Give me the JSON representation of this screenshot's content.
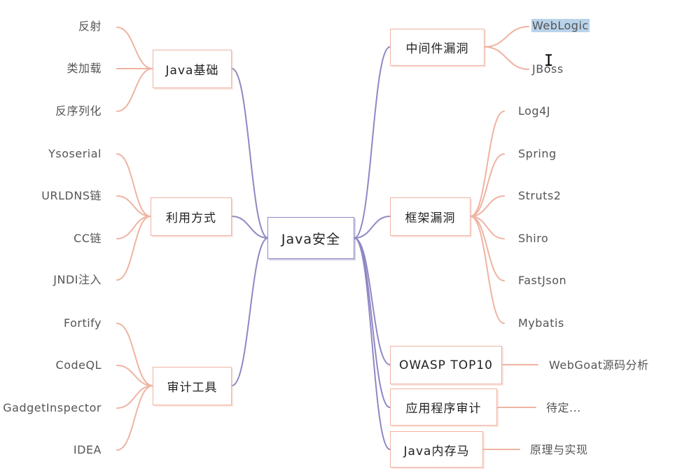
{
  "root": {
    "label": "Java安全"
  },
  "left_topics": [
    {
      "id": "basics",
      "label": "Java基础",
      "children": [
        "反射",
        "类加载",
        "反序列化"
      ]
    },
    {
      "id": "exploit",
      "label": "利用方式",
      "children": [
        "Ysoserial",
        "URLDNS链",
        "CC链",
        "JNDI注入"
      ]
    },
    {
      "id": "audit_tools",
      "label": "审计工具",
      "children": [
        "Fortify",
        "CodeQL",
        "GadgetInspector",
        "IDEA"
      ]
    }
  ],
  "right_topics": [
    {
      "id": "middleware",
      "label": "中间件漏洞",
      "children": [
        "WebLogic",
        "JBoss"
      ]
    },
    {
      "id": "framework",
      "label": "框架漏洞",
      "children": [
        "Log4J",
        "Spring",
        "Struts2",
        "Shiro",
        "FastJson",
        "Mybatis"
      ]
    },
    {
      "id": "owasp",
      "label": "OWASP TOP10",
      "children": [
        "WebGoat源码分析"
      ]
    },
    {
      "id": "app_audit",
      "label": "应用程序审计",
      "children": [
        "待定..."
      ]
    },
    {
      "id": "memshell",
      "label": "Java内存马",
      "children": [
        "原理与实现"
      ]
    }
  ],
  "selection": {
    "highlighted_item": "WebLogic"
  },
  "colors": {
    "main_branch": "#8e88c4",
    "sub_branch": "#efb3a2",
    "highlight": "#b9d3ea"
  }
}
